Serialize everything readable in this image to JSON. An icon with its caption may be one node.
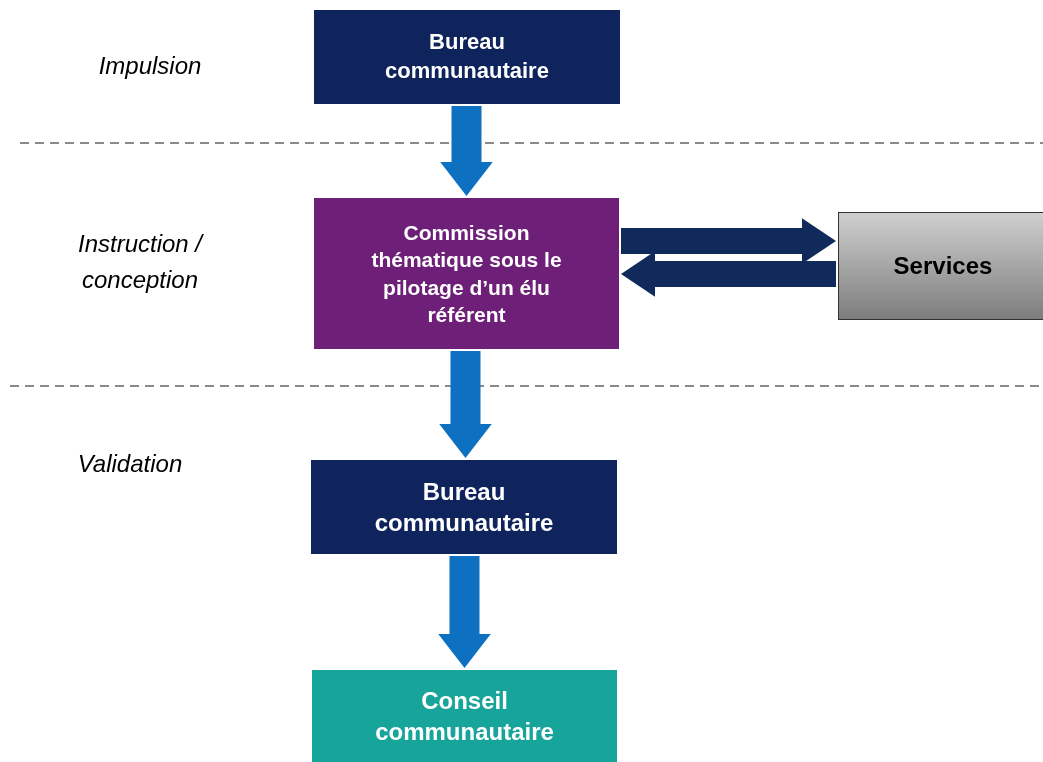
{
  "diagram": {
    "nodes": [
      {
        "text": [
          "Bureau communautaire"
        ]
      },
      {
        "text": [
          "Commission thématique sous le pilotage d’un élu référent"
        ]
      },
      {
        "text": [
          "Services"
        ]
      },
      {
        "text": [
          "Bureau communautaire"
        ]
      },
      {
        "text": [
          "Conseil communautaire"
        ]
      }
    ],
    "edges": [
      {
        "from": 0,
        "to": 1,
        "arrow": "to"
      },
      {
        "from": 1,
        "to": 2,
        "arrow": "to",
        "color": "#112a5c"
      },
      {
        "from": 2,
        "to": 1,
        "arrow": "to",
        "color": "#112a5c"
      },
      {
        "from": 1,
        "to": 3,
        "arrow": "to"
      },
      {
        "from": 3,
        "to": 4,
        "arrow": "to"
      }
    ],
    "labels": [
      "Impulsion",
      "Instruction / conception",
      "Validation"
    ]
  }
}
